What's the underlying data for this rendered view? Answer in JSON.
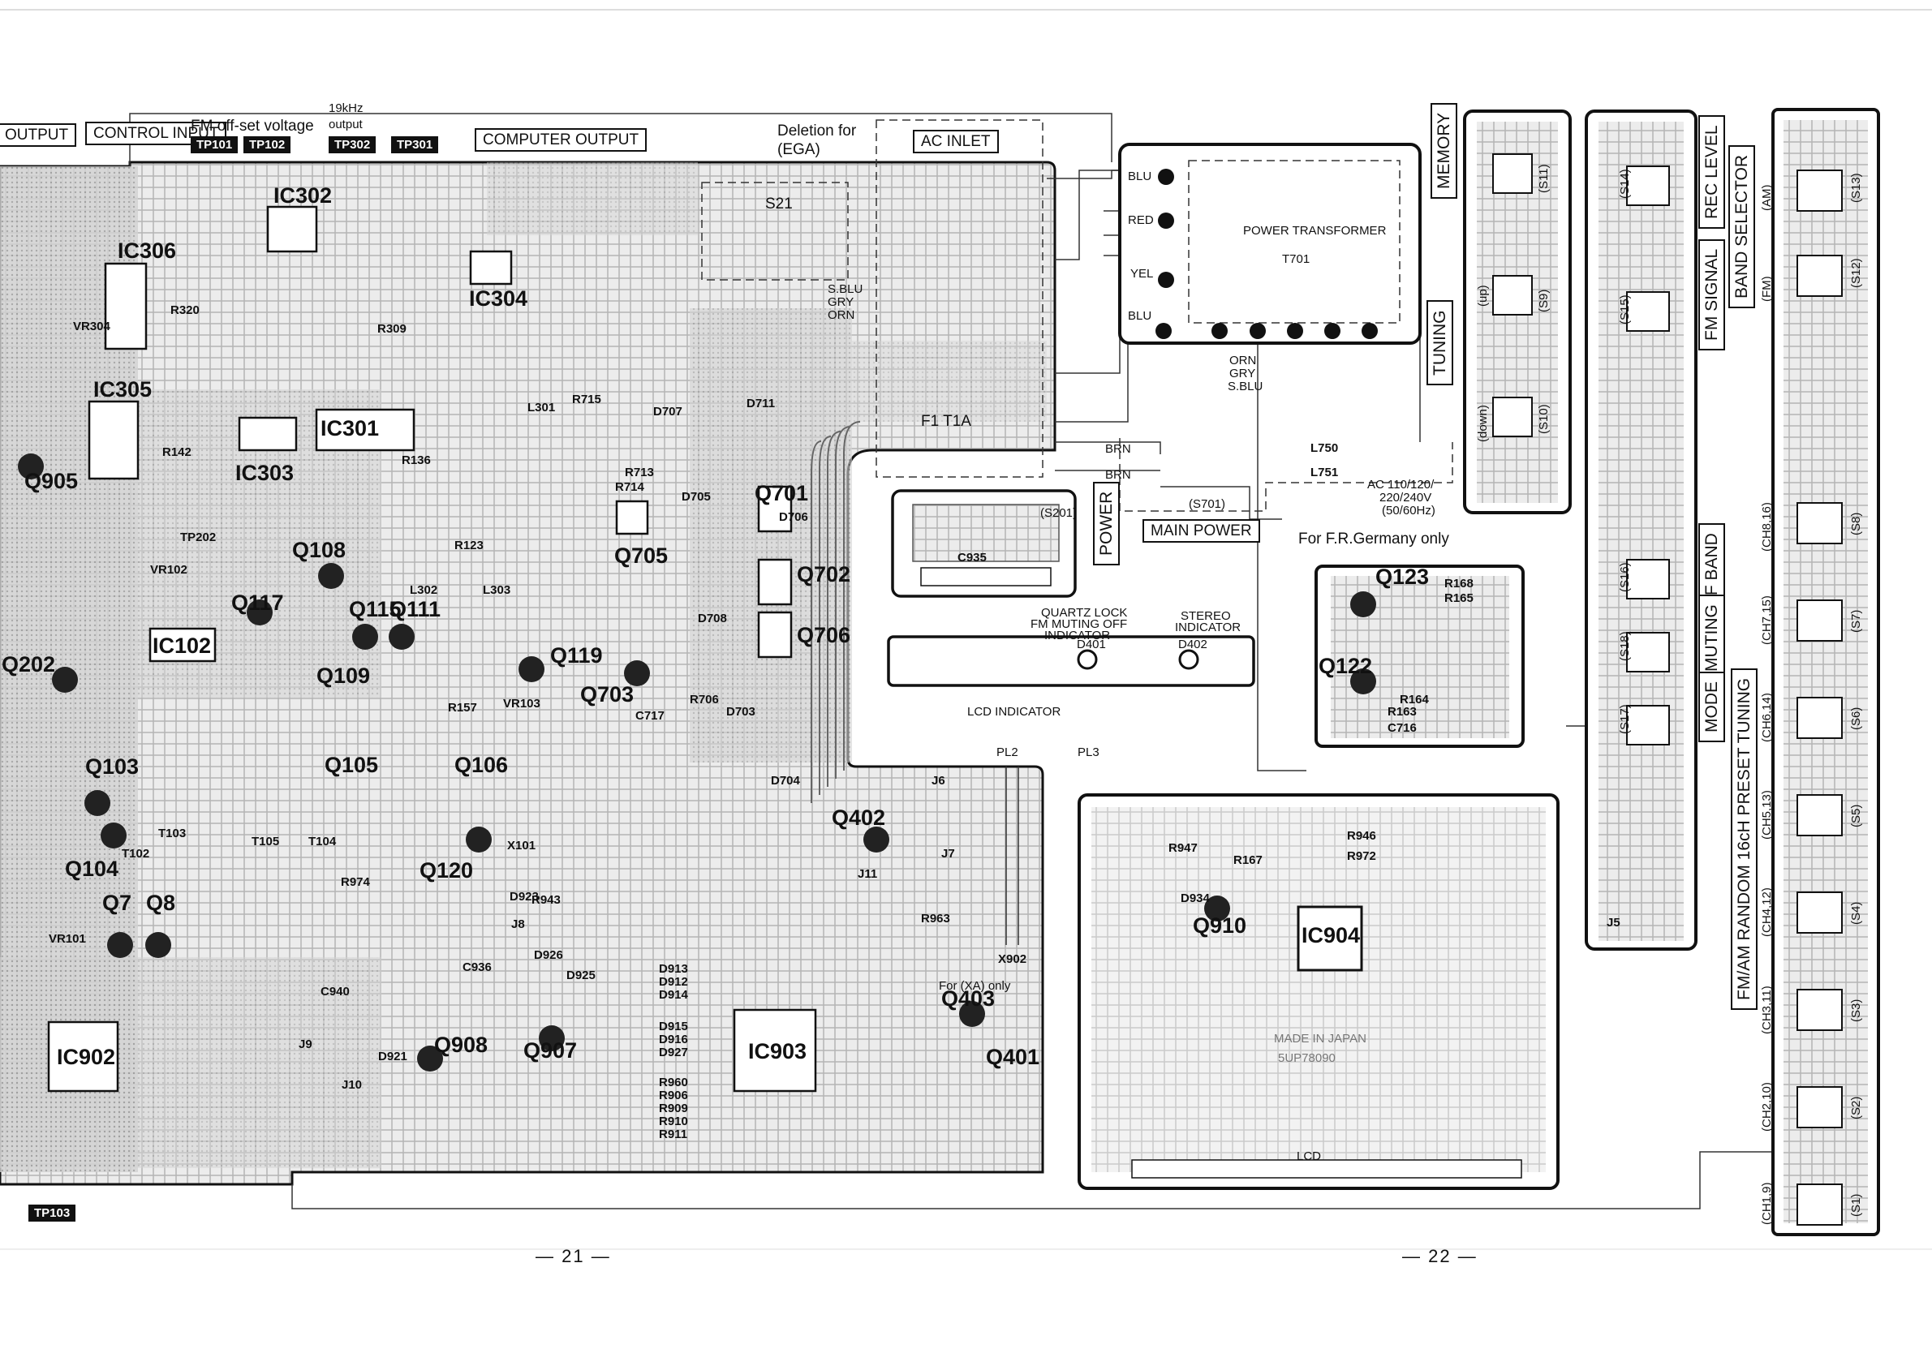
{
  "top_labels": {
    "output": "OUTPUT",
    "control_input": "CONTROL INPUT",
    "fm_offset": "FM off-set voltage",
    "khz_line1": "19kHz",
    "khz_line2": "output",
    "computer_output": "COMPUTER OUTPUT",
    "deletion": "Deletion for",
    "ega": "(EGA)",
    "ac_inlet": "AC INLET"
  },
  "test_points": [
    "TP101",
    "TP102",
    "TP302",
    "TP301",
    "TP202",
    "TP103"
  ],
  "power_section": {
    "transformer": "POWER TRANSFORMER",
    "t701": "T701",
    "wire_colors": [
      "BLU",
      "RED",
      "YEL",
      "BLU",
      "ORN",
      "GRY",
      "S.BLU",
      "BRN",
      "BRN",
      "GRY",
      "ORN",
      "S.BLU"
    ],
    "fuse": "F1 T1A",
    "main_power": "MAIN POWER",
    "s701": "(S701)",
    "voltage_line1": "AC 110/120/",
    "voltage_line2": "220/240V",
    "voltage_line3": "(50/60Hz)",
    "germany": "For F.R.Germany only",
    "power": "POWER",
    "s201": "(S201)",
    "s21": "S21"
  },
  "indicators": {
    "quartz_lock_1": "QUARTZ LOCK",
    "quartz_lock_2": "FM MUTING OFF",
    "quartz_lock_3": "INDICATOR",
    "stereo_1": "STEREO",
    "stereo_2": "INDICATOR",
    "lcd_indicator": "LCD INDICATOR",
    "pl2": "PL2",
    "pl3": "PL3",
    "d401": "D401",
    "d402": "D402",
    "made_in_japan": "MADE IN JAPAN",
    "part_no": "5UP78090",
    "lcd": "LCD",
    "for_xa": "For (XA) only"
  },
  "components": {
    "ics": [
      "IC302",
      "IC306",
      "IC305",
      "IC304",
      "IC301",
      "IC303",
      "IC102",
      "IC902",
      "IC903",
      "IC904"
    ],
    "transistors": [
      "Q905",
      "Q108",
      "Q117",
      "Q115",
      "Q111",
      "Q109",
      "Q119",
      "Q202",
      "Q103",
      "Q104",
      "Q105",
      "Q106",
      "Q120",
      "Q7",
      "Q8",
      "Q701",
      "Q702",
      "Q706",
      "Q705",
      "Q703",
      "Q402",
      "Q403",
      "Q401",
      "Q908",
      "Q907",
      "Q910",
      "Q123",
      "Q122"
    ],
    "misc": [
      "L301",
      "L302",
      "L303",
      "T102",
      "T103",
      "T105",
      "T104",
      "X101",
      "X902",
      "L750",
      "L751",
      "D711",
      "D707",
      "D705",
      "D703",
      "D704",
      "D706",
      "D708",
      "R706",
      "R715",
      "R714",
      "R713",
      "R320",
      "R309",
      "R142",
      "R136",
      "R123",
      "R157",
      "R974",
      "R943",
      "R963",
      "R947",
      "R946",
      "R972",
      "R167",
      "R168",
      "R165",
      "R164",
      "R163",
      "C716",
      "C717",
      "C935",
      "C936",
      "C940",
      "D934",
      "D923",
      "D925",
      "D921",
      "D926",
      "D913",
      "D912",
      "D914",
      "D915",
      "D916",
      "D927",
      "R960",
      "R906",
      "R909",
      "R910",
      "R911",
      "J6",
      "J7",
      "J8",
      "J9",
      "J10",
      "J11",
      "J5",
      "VR101",
      "VR102",
      "VR103",
      "VR304"
    ]
  },
  "front_panel": {
    "memory": "MEMORY",
    "tuning": "TUNING",
    "up": "(up)",
    "down": "(down)",
    "s11": "(S11)",
    "s9": "(S9)",
    "s10": "(S10)",
    "rec_level": "REC LEVEL",
    "fm_signal": "FM SIGNAL",
    "if_band": "IF BAND",
    "muting": "MUTING",
    "mode": "MODE",
    "s14": "(S14)",
    "s15": "(S15)",
    "s16": "(S16)",
    "s18": "(S18)",
    "s17": "(S17)",
    "band_selector": "BAND SELECTOR",
    "am": "(AM)",
    "fm": "(FM)",
    "preset_tuning": "FM/AM RANDOM 16cH PRESET TUNING",
    "channels": [
      "(CH8,16)",
      "(CH7,15)",
      "(CH6,14)",
      "(CH5,13)",
      "(CH4,12)",
      "(CH3,11)",
      "(CH2,10)",
      "(CH1,9)"
    ],
    "switches": [
      "(S13)",
      "(S12)",
      "(S8)",
      "(S7)",
      "(S6)",
      "(S5)",
      "(S4)",
      "(S3)",
      "(S2)",
      "(S1)"
    ]
  },
  "page_numbers": [
    "— 21 —",
    "— 22 —"
  ]
}
